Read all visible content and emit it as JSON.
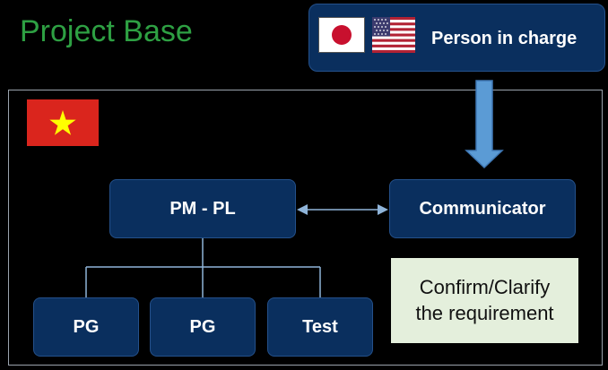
{
  "title": "Project Base",
  "person_box": {
    "label": "Person in charge",
    "flags": [
      "japan-flag",
      "usa-flag"
    ]
  },
  "base_flag": "vietnam-flag",
  "nodes": {
    "pm": "PM - PL",
    "communicator": "Communicator",
    "pg1": "PG",
    "pg2": "PG",
    "test": "Test"
  },
  "note": {
    "line1": "Confirm/Clarify",
    "line2": "the requirement"
  },
  "colors": {
    "title": "#2ea043",
    "box_fill": "#0a2f5e",
    "arrow": "#5b9bd5",
    "note_fill": "#e4efdc",
    "connector": "#8fb4d9"
  }
}
